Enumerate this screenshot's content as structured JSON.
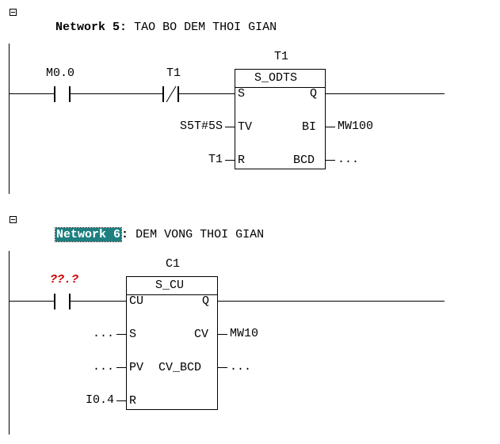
{
  "networks": [
    {
      "label": "Network 5",
      "separator": ":",
      "comment": "TAO BO DEM THOI GIAN",
      "contact_no_address": "M0.0",
      "contact_nc_address": "T1",
      "block": {
        "instance": "T1",
        "type": "S_ODTS",
        "pins_left": [
          "S",
          "TV",
          "R"
        ],
        "pins_right": [
          "Q",
          "BI",
          "BCD"
        ],
        "in_tv": "S5T#5S",
        "in_r": "T1",
        "out_bi": "MW100",
        "out_bcd": "..."
      }
    },
    {
      "label": "Network 6",
      "separator": ":",
      "comment": "DEM VONG THOI GIAN",
      "contact_no_address": "??.?",
      "block": {
        "instance": "C1",
        "type": "S_CU",
        "pins_left": [
          "CU",
          "S",
          "PV",
          "R"
        ],
        "pins_right": [
          "Q",
          "CV",
          "CV_BCD"
        ],
        "in_s": "...",
        "in_pv": "...",
        "in_r": "I0.4",
        "out_cv": "MW10",
        "out_cv_bcd": "..."
      }
    }
  ]
}
